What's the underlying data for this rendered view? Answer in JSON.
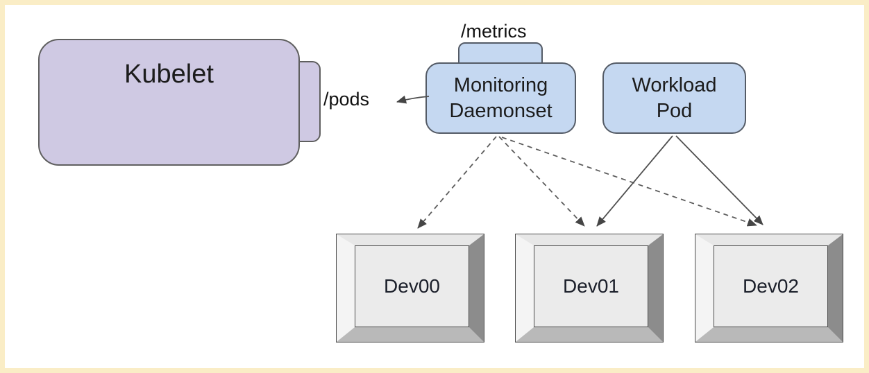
{
  "diagram": {
    "colors": {
      "frame": "#faedc6",
      "canvas": "#ffffff",
      "kubelet_fill": "#cfc9e3",
      "pod_fill": "#c5d8f1",
      "device_face": "#ebebeb",
      "device_bevel_dark": "#8c8c8c",
      "line": "#4f4f4f"
    },
    "nodes": {
      "kubelet": {
        "label": "Kubelet"
      },
      "pods_endpoint": {
        "label": "/pods"
      },
      "metrics_endpoint": {
        "label": "/metrics"
      },
      "monitoring_daemonset": {
        "line1": "Monitoring",
        "line2": "Daemonset"
      },
      "workload_pod": {
        "line1": "Workload",
        "line2": "Pod"
      },
      "devices": [
        {
          "label": "Dev00"
        },
        {
          "label": "Dev01"
        },
        {
          "label": "Dev02"
        }
      ]
    },
    "edges": [
      {
        "from": "monitoring-daemonset",
        "to": "kubelet-pods-endpoint",
        "style": "solid-arrow"
      },
      {
        "from": "monitoring-daemonset",
        "to": "dev00",
        "style": "dashed-arrow"
      },
      {
        "from": "monitoring-daemonset",
        "to": "dev01",
        "style": "dashed-arrow"
      },
      {
        "from": "monitoring-daemonset",
        "to": "dev02",
        "style": "dashed-arrow"
      },
      {
        "from": "workload-pod",
        "to": "dev01",
        "style": "solid-arrow"
      },
      {
        "from": "workload-pod",
        "to": "dev02",
        "style": "solid-arrow"
      }
    ]
  }
}
